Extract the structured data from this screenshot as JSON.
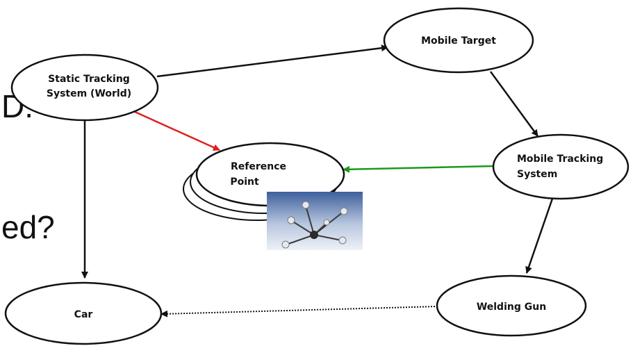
{
  "background_text": {
    "line1": "D.",
    "line2": "ed?"
  },
  "nodes": {
    "static_tracking": {
      "line1": "Static Tracking",
      "line2": "System (World)"
    },
    "mobile_target": {
      "label": "Mobile Target"
    },
    "reference_point": {
      "line1": "Reference",
      "line2": "Point"
    },
    "mobile_tracking": {
      "line1": "Mobile Tracking",
      "line2": "System"
    },
    "car": {
      "label": "Car"
    },
    "welding_gun": {
      "label": "Welding Gun"
    }
  },
  "colors": {
    "default_edge": "#111111",
    "highlight_red": "#e02020",
    "highlight_green": "#1a9a1a"
  }
}
